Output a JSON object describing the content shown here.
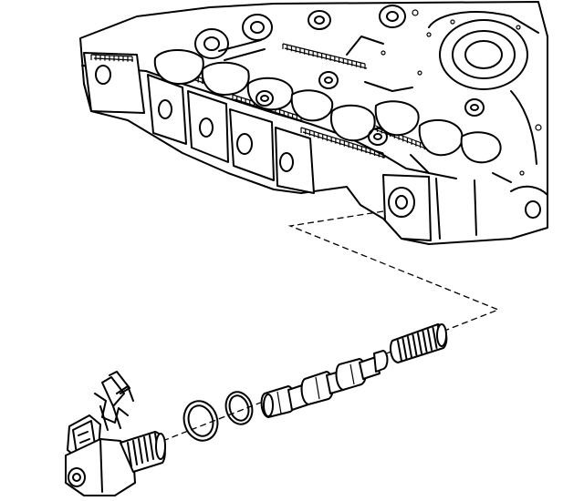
{
  "diagram": {
    "style": "black line-art exploded view",
    "colors": {
      "ink": "#000000",
      "paper": "#ffffff"
    },
    "parts": [
      {
        "id": "valve-body",
        "kind": "transmission valve body casting"
      },
      {
        "id": "solenoid",
        "kind": "solenoid with electrical connector"
      },
      {
        "id": "retaining-clip",
        "kind": "wire retaining clip"
      },
      {
        "id": "o-ring-large",
        "kind": "o-ring seal"
      },
      {
        "id": "o-ring-small",
        "kind": "o-ring seal"
      },
      {
        "id": "valve-spool",
        "kind": "valve spool"
      },
      {
        "id": "valve-spring",
        "kind": "coil spring"
      }
    ]
  }
}
